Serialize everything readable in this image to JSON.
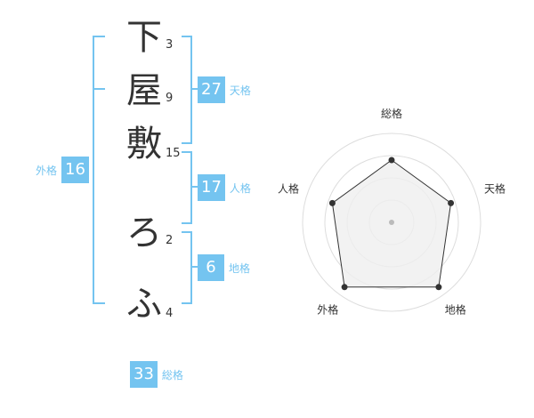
{
  "name_chars": [
    {
      "char": "下",
      "strokes": "3"
    },
    {
      "char": "屋",
      "strokes": "9"
    },
    {
      "char": "敷",
      "strokes": "15"
    },
    {
      "char": "ろ",
      "strokes": "2"
    },
    {
      "char": "ふ",
      "strokes": "4"
    }
  ],
  "fortunes": {
    "tenkaku": {
      "value": "27",
      "label": "天格"
    },
    "jinkaku": {
      "value": "17",
      "label": "人格"
    },
    "chikaku": {
      "value": "6",
      "label": "地格"
    },
    "gaikaku": {
      "value": "16",
      "label": "外格"
    },
    "soukaku": {
      "value": "33",
      "label": "総格"
    }
  },
  "chart_data": {
    "type": "radar",
    "axes": [
      "総格",
      "天格",
      "地格",
      "外格",
      "人格"
    ],
    "values": [
      3.5,
      3.5,
      4.5,
      4.5,
      3.5
    ],
    "max": 5,
    "rings": 4,
    "colors": {
      "fill": "#efefef",
      "line": "#333333",
      "ring": "#dddddd",
      "accent": "#74c4f0"
    }
  }
}
